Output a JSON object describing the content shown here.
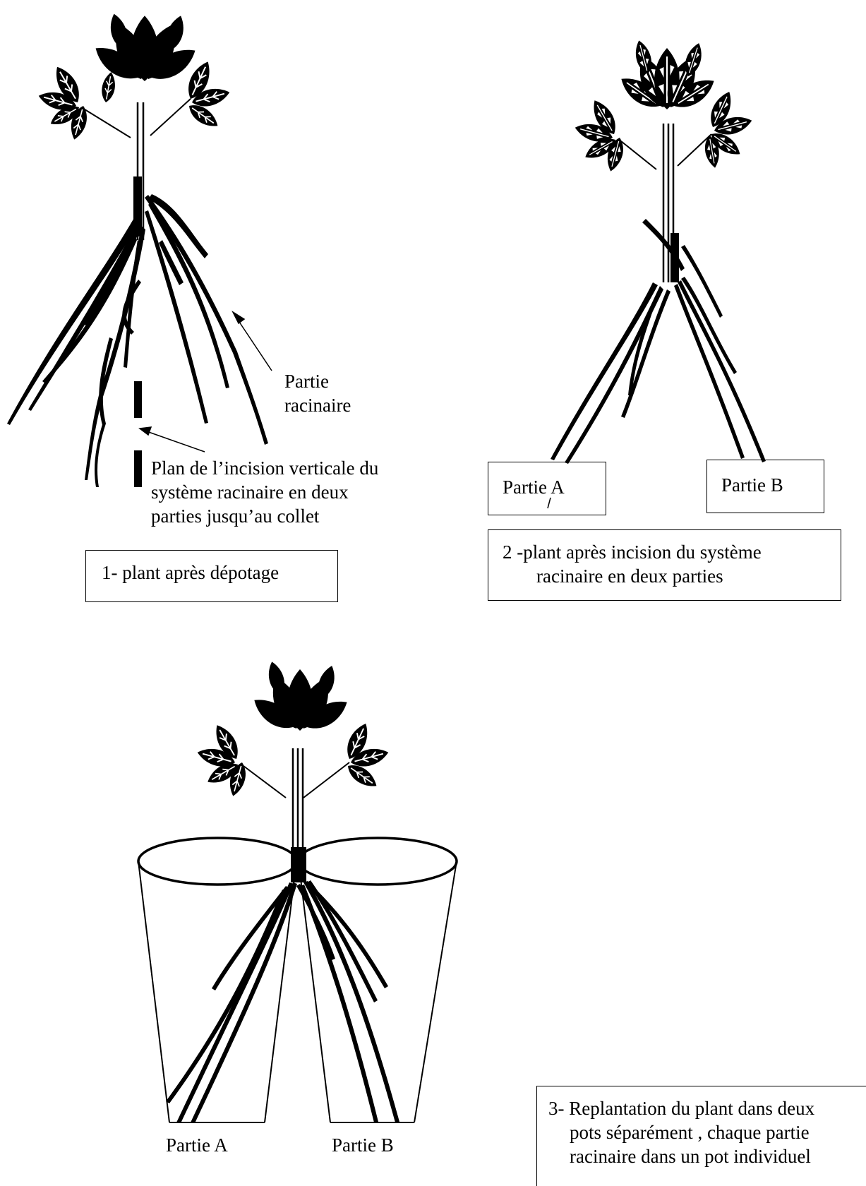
{
  "figure1": {
    "label_root": [
      "Partie",
      "racinaire"
    ],
    "label_incision": [
      "Plan de l’incision  verticale du",
      "système racinaire en deux",
      "parties jusqu’au collet"
    ],
    "caption": "1- plant après dépotage"
  },
  "figure2": {
    "part_a": "Partie A",
    "part_b": "Partie B",
    "caption": [
      "2 -plant après  incision  du système",
      "racinaire en deux parties"
    ]
  },
  "figure3": {
    "part_a": "Partie A",
    "part_b": "Partie B",
    "caption": [
      "3- Replantation du plant dans deux",
      "pots séparément , chaque partie",
      "racinaire dans un pot individuel"
    ]
  }
}
